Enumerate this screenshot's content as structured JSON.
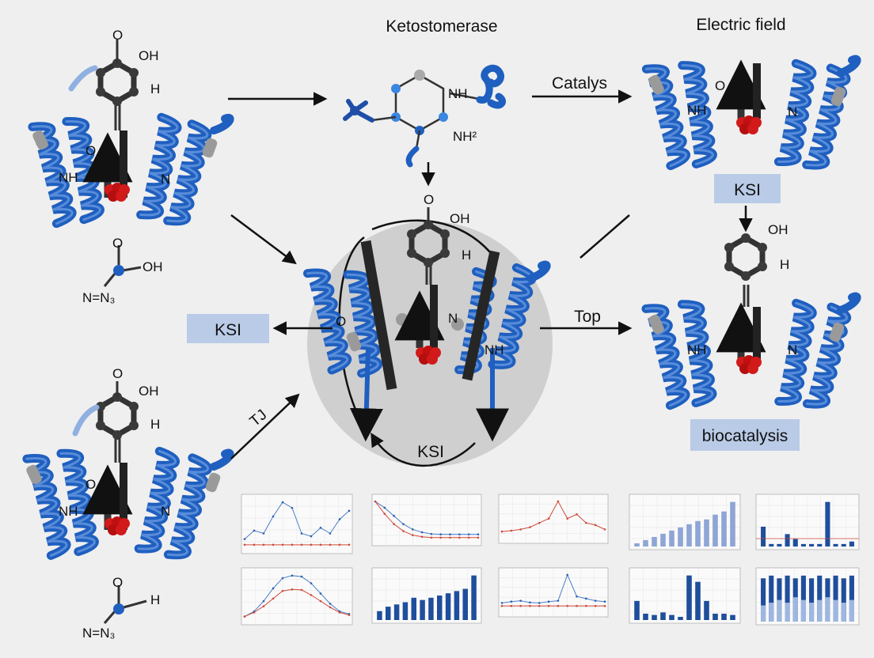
{
  "titles": {
    "top_center": "Ketostomerase",
    "top_right": "Electric field"
  },
  "labels": {
    "catalys": "Catalys",
    "top": "Top",
    "ksi_bottom": "KSI",
    "diagonal": "TJ"
  },
  "boxes": {
    "ksi_left": "KSI",
    "ksi_right": "KSI",
    "biocatalysis": "biocatalysis"
  },
  "atoms": {
    "o": "O",
    "oh": "OH",
    "h": "H",
    "nh": "NH",
    "n": "N",
    "nh2": "NH²",
    "azide": "N=N₃"
  },
  "colors": {
    "ribbon": "#1f5fbf",
    "ribbon_light": "#4f86d6",
    "oxygen_cluster": "#d21a1a",
    "gray_cap": "#9a9a9a",
    "background": "#efeff0",
    "label_box": "#b9cbe6",
    "chart_red": "#d04a3a",
    "chart_blue": "#1f4e9c"
  },
  "chart_data": [
    {
      "type": "line",
      "title": "",
      "series": [
        {
          "values": [
            2,
            3.5,
            3,
            6,
            8.5,
            7.5,
            3,
            2.5,
            4,
            3,
            5.5,
            7
          ]
        },
        {
          "values": [
            1,
            1,
            1,
            1,
            1,
            1,
            1,
            1,
            1,
            1,
            1,
            1
          ]
        }
      ]
    },
    {
      "type": "line",
      "title": "",
      "series": [
        {
          "values": [
            10,
            8.5,
            6.5,
            4.5,
            3.2,
            2.5,
            2.1,
            2,
            2,
            2,
            2,
            2
          ]
        },
        {
          "values": [
            10,
            7,
            4.5,
            2.8,
            1.8,
            1.4,
            1.2,
            1.2,
            1.2,
            1.2,
            1.2,
            1.2
          ]
        }
      ]
    },
    {
      "type": "line",
      "title": "",
      "series": [
        {
          "values": [
            2,
            2.2,
            2.5,
            3,
            4,
            5,
            9,
            5,
            6,
            4,
            3.5,
            2.5
          ]
        }
      ]
    },
    {
      "type": "bar",
      "title": "",
      "values": [
        1,
        2,
        3,
        4,
        5,
        6,
        7,
        8,
        8.5,
        10,
        11,
        14
      ]
    },
    {
      "type": "bar",
      "title": "",
      "values": [
        4,
        0.5,
        0.5,
        2.5,
        1.5,
        0.5,
        0.5,
        0.5,
        9,
        0.5,
        0.5,
        1
      ]
    },
    {
      "type": "line",
      "title": "",
      "series": [
        {
          "values": [
            1,
            2,
            4,
            6.5,
            8.5,
            9,
            8.8,
            7.5,
            5.5,
            3.5,
            2,
            1.5
          ]
        },
        {
          "values": [
            1,
            1.8,
            3,
            4.5,
            6,
            6.3,
            6.2,
            5.2,
            4,
            2.8,
            1.8,
            1.3
          ]
        }
      ]
    },
    {
      "type": "bar",
      "title": "",
      "values": [
        2,
        3,
        3.5,
        4,
        5,
        4.5,
        5,
        5.5,
        6,
        6.5,
        7,
        10
      ]
    },
    {
      "type": "line",
      "title": "",
      "series": [
        {
          "values": [
            2.5,
            2.8,
            3,
            2.6,
            2.5,
            2.8,
            3,
            9,
            4,
            3.5,
            3,
            2.8
          ]
        },
        {
          "values": [
            1.8,
            1.8,
            1.8,
            1.8,
            1.8,
            1.8,
            1.8,
            1.8,
            1.8,
            1.8,
            1.8,
            1.8
          ]
        }
      ]
    },
    {
      "type": "bar",
      "title": "",
      "values": [
        3,
        1,
        0.8,
        1.2,
        0.8,
        0.5,
        7,
        6,
        3,
        1,
        1,
        0.8
      ]
    },
    {
      "type": "bar",
      "title": "",
      "series": [
        {
          "values": [
            8,
            8.5,
            8,
            8.5,
            8,
            8.5,
            8,
            8.5,
            8,
            8.5,
            8,
            8.5
          ]
        },
        {
          "values": [
            3,
            3.5,
            4,
            3.5,
            4.5,
            4,
            3.5,
            4,
            4.5,
            4,
            3.5,
            4
          ]
        }
      ]
    }
  ]
}
